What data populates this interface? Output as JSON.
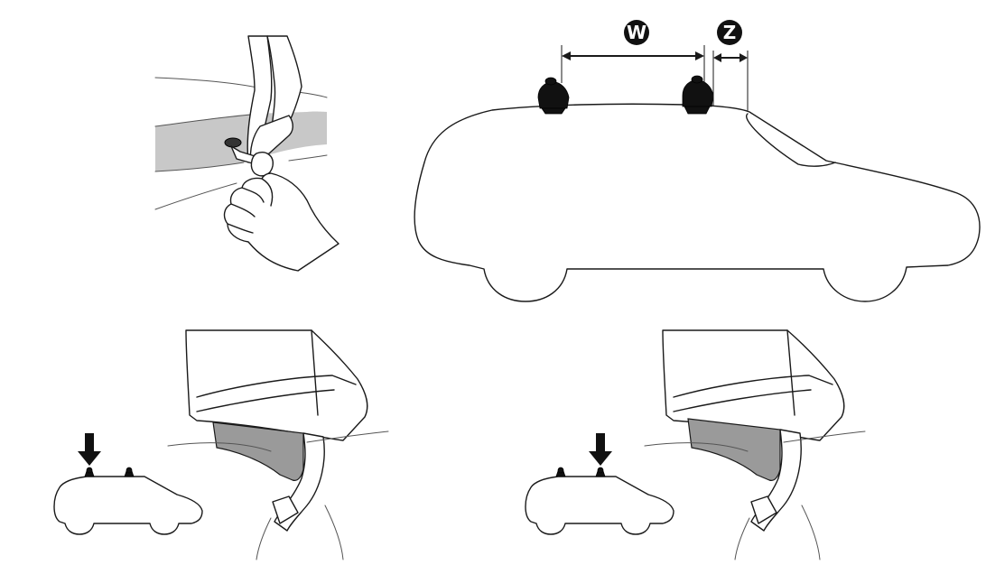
{
  "dimension_labels": {
    "w": "W",
    "z": "Z"
  },
  "colors": {
    "ink": "#1a1a1a",
    "badge": "#111111",
    "roof_band": "#c8c8c8",
    "bracket_gray": "#9a9a9a",
    "background": "#ffffff"
  },
  "panels": [
    {
      "id": "panel-top-left",
      "icon": "hand-tightening-fixing-icon"
    },
    {
      "id": "panel-top-right",
      "icon": "car-side-with-roof-feet-icon"
    },
    {
      "id": "panel-bottom-left",
      "icon": "front-foot-bracket-icon"
    },
    {
      "id": "panel-bottom-right",
      "icon": "rear-foot-bracket-icon"
    }
  ]
}
